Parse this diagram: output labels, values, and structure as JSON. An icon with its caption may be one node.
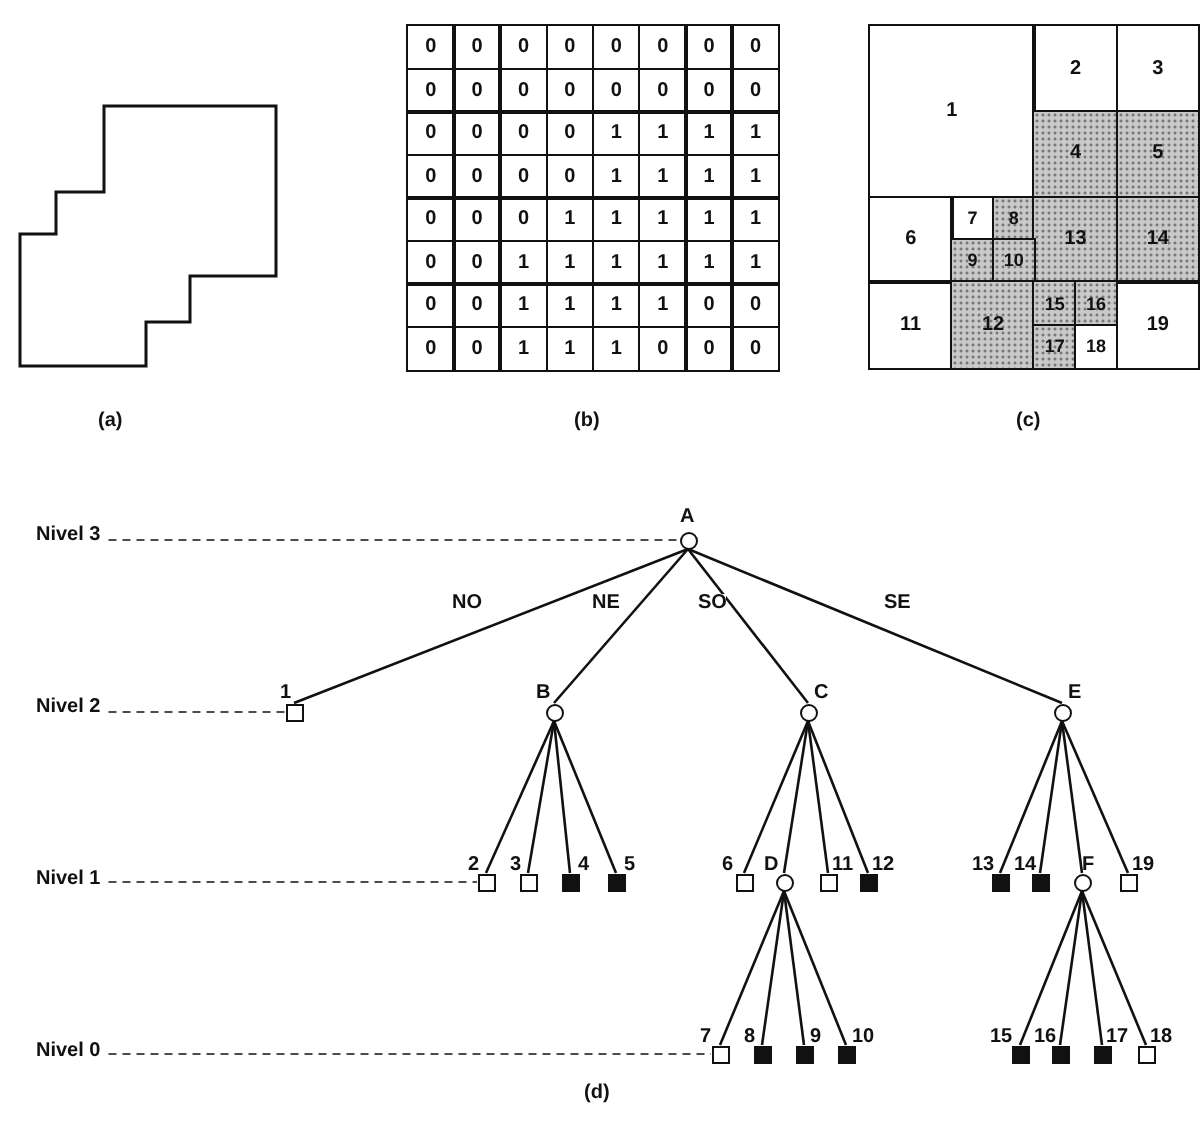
{
  "diagram": {
    "nodes": [
      {
        "text": [
          "Nivel 3"
        ]
      },
      {
        "text": [],
        "shape": "circle",
        "beside": [
          "A"
        ]
      },
      {
        "text": [
          "Nivel 2"
        ]
      },
      {
        "text": [],
        "shape": "box",
        "beside": [
          "1"
        ]
      },
      {
        "text": [],
        "shape": "circle",
        "beside": [
          "B"
        ]
      },
      {
        "text": [],
        "shape": "circle",
        "beside": [
          "C"
        ]
      },
      {
        "text": [],
        "shape": "circle",
        "beside": [
          "E"
        ]
      },
      {
        "text": [
          "Nivel 1"
        ]
      },
      {
        "text": [],
        "shape": "box",
        "beside": [
          "2"
        ]
      },
      {
        "text": [],
        "shape": "box",
        "beside": [
          "3"
        ]
      },
      {
        "text": [],
        "shape": "block",
        "beside": [
          "4"
        ]
      },
      {
        "text": [],
        "shape": "block",
        "beside": [
          "5"
        ]
      },
      {
        "text": [],
        "shape": "box",
        "beside": [
          "6"
        ]
      },
      {
        "text": [],
        "shape": "circle",
        "beside": [
          "D"
        ]
      },
      {
        "text": [],
        "shape": "box",
        "beside": [
          "11"
        ]
      },
      {
        "text": [],
        "shape": "block",
        "beside": [
          "12"
        ]
      },
      {
        "text": [],
        "shape": "block",
        "beside": [
          "13"
        ]
      },
      {
        "text": [],
        "shape": "block",
        "beside": [
          "14"
        ]
      },
      {
        "text": [],
        "shape": "circle",
        "beside": [
          "F"
        ]
      },
      {
        "text": [],
        "shape": "box",
        "beside": [
          "19"
        ]
      },
      {
        "text": [
          "Nivel 0"
        ]
      },
      {
        "text": [],
        "shape": "box",
        "beside": [
          "7"
        ]
      },
      {
        "text": [],
        "shape": "block",
        "beside": [
          "8"
        ]
      },
      {
        "text": [],
        "shape": "block",
        "beside": [
          "9"
        ]
      },
      {
        "text": [],
        "shape": "block",
        "beside": [
          "10"
        ]
      },
      {
        "text": [],
        "shape": "block",
        "beside": [
          "15"
        ]
      },
      {
        "text": [],
        "shape": "block",
        "beside": [
          "16"
        ]
      },
      {
        "text": [],
        "shape": "block",
        "beside": [
          "17"
        ]
      },
      {
        "text": [],
        "shape": "box",
        "beside": [
          "18"
        ]
      }
    ],
    "edges": [
      {
        "from": 1,
        "to": 3,
        "arrow": "none",
        "label": "NO"
      },
      {
        "from": 1,
        "to": 4,
        "arrow": "none",
        "label": "NE"
      },
      {
        "from": 1,
        "to": 5,
        "arrow": "none",
        "label": "SO"
      },
      {
        "from": 1,
        "to": 6,
        "arrow": "none",
        "label": "SE"
      },
      {
        "from": 4,
        "to": 8,
        "arrow": "none"
      },
      {
        "from": 4,
        "to": 9,
        "arrow": "none"
      },
      {
        "from": 4,
        "to": 10,
        "arrow": "none"
      },
      {
        "from": 4,
        "to": 11,
        "arrow": "none"
      },
      {
        "from": 5,
        "to": 12,
        "arrow": "none"
      },
      {
        "from": 5,
        "to": 13,
        "arrow": "none"
      },
      {
        "from": 5,
        "to": 14,
        "arrow": "none"
      },
      {
        "from": 5,
        "to": 15,
        "arrow": "none"
      },
      {
        "from": 6,
        "to": 16,
        "arrow": "none"
      },
      {
        "from": 6,
        "to": 17,
        "arrow": "none"
      },
      {
        "from": 6,
        "to": 18,
        "arrow": "none"
      },
      {
        "from": 6,
        "to": 19,
        "arrow": "none"
      },
      {
        "from": 13,
        "to": 21,
        "arrow": "none"
      },
      {
        "from": 13,
        "to": 22,
        "arrow": "none"
      },
      {
        "from": 13,
        "to": 23,
        "arrow": "none"
      },
      {
        "from": 13,
        "to": 24,
        "arrow": "none"
      },
      {
        "from": 18,
        "to": 25,
        "arrow": "none"
      },
      {
        "from": 18,
        "to": 26,
        "arrow": "none"
      },
      {
        "from": 18,
        "to": 27,
        "arrow": "none"
      },
      {
        "from": 18,
        "to": 28,
        "arrow": "none"
      },
      {
        "from": 0,
        "to": 1,
        "arrow": "none",
        "style": "dashed"
      },
      {
        "from": 2,
        "to": 3,
        "arrow": "none",
        "style": "dashed"
      },
      {
        "from": 7,
        "to": 8,
        "arrow": "none",
        "style": "dashed"
      },
      {
        "from": 20,
        "to": 21,
        "arrow": "none",
        "style": "dashed"
      }
    ],
    "labels": [
      "0",
      "0",
      "0",
      "0",
      "0",
      "0",
      "0",
      "0",
      "0",
      "0",
      "0",
      "0",
      "0",
      "0",
      "0",
      "0",
      "0",
      "0",
      "0",
      "0",
      "1",
      "1",
      "1",
      "1",
      "0",
      "0",
      "0",
      "0",
      "1",
      "1",
      "1",
      "1",
      "0",
      "0",
      "0",
      "1",
      "1",
      "1",
      "1",
      "1",
      "0",
      "0",
      "1",
      "1",
      "1",
      "1",
      "1",
      "1",
      "0",
      "0",
      "1",
      "1",
      "1",
      "1",
      "0",
      "0",
      "0",
      "0",
      "1",
      "1",
      "1",
      "0",
      "0",
      "0",
      "1",
      "2",
      "3",
      "4",
      "5",
      "6",
      "7",
      "8",
      "13",
      "14",
      "9",
      "10",
      "11",
      "12",
      "15",
      "16",
      "19",
      "17",
      "18",
      "(a)",
      "(b)",
      "(c)",
      "(d)"
    ]
  }
}
